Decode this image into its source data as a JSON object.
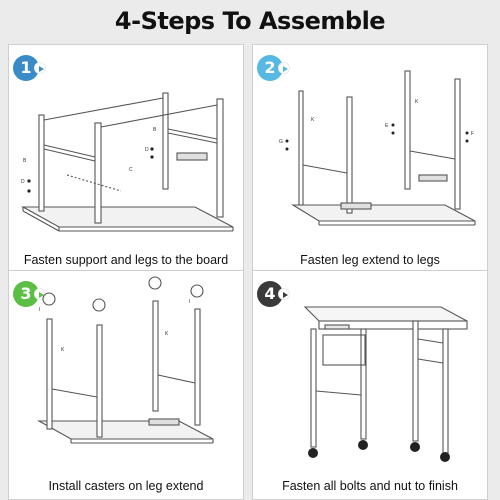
{
  "title": "4-Steps To Assemble",
  "colors": {
    "step1": "#3b8bc9",
    "step2": "#56b8e3",
    "step3": "#5cbf45",
    "step4": "#3a3a3a"
  },
  "steps": [
    {
      "number": "1",
      "caption": "Fasten support and legs to the board"
    },
    {
      "number": "2",
      "caption": "Fasten leg extend to legs"
    },
    {
      "number": "3",
      "caption": "Install casters on leg extend"
    },
    {
      "number": "4",
      "caption": "Fasten all bolts and nut to finish"
    }
  ],
  "part_labels": {
    "support": "B",
    "board_bracket": "C",
    "bolt": "D",
    "leg_extend": "K",
    "caster": "I",
    "extend_bolts": [
      "G",
      "E",
      "F"
    ]
  }
}
